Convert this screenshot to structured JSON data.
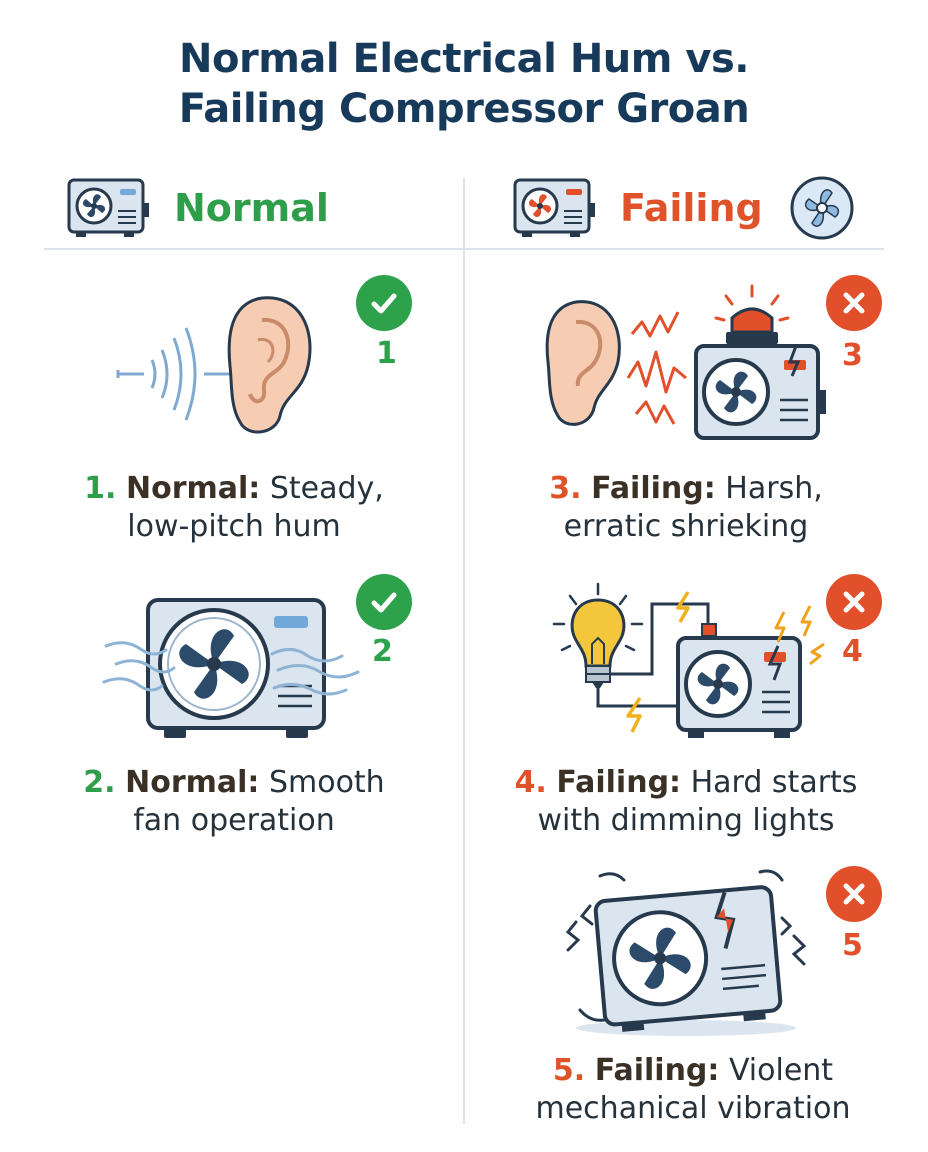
{
  "title": {
    "line1": "Normal Electrical Hum vs.",
    "line2": "Failing Compressor Groan"
  },
  "columns": {
    "normal": {
      "label": "Normal",
      "color": "#2e9e4a"
    },
    "failing": {
      "label": "Failing",
      "color": "#e0532a"
    }
  },
  "items": [
    {
      "number": "1",
      "prefix": "1.",
      "keyword": "Normal:",
      "line1_rest": " Steady,",
      "line2": "low-pitch hum",
      "status": "ok",
      "icon": "ear-sound-waves-icon"
    },
    {
      "number": "2",
      "prefix": "2.",
      "keyword": "Normal:",
      "line1_rest": " Smooth",
      "line2": "fan operation",
      "status": "ok",
      "icon": "ac-unit-airflow-icon"
    },
    {
      "number": "3",
      "prefix": "3.",
      "keyword": "Failing:",
      "line1_rest": " Harsh,",
      "line2": "erratic shrieking",
      "status": "bad",
      "icon": "ear-shriek-alarm-icon"
    },
    {
      "number": "4",
      "prefix": "4.",
      "keyword": "Failing:",
      "line1_rest": " Hard starts",
      "line2": "with dimming lights",
      "status": "bad",
      "icon": "bulb-hard-start-icon"
    },
    {
      "number": "5",
      "prefix": "5.",
      "keyword": "Failing:",
      "line1_rest": " Violent",
      "line2": "mechanical vibration",
      "status": "bad",
      "icon": "vibrating-cracked-unit-icon"
    }
  ],
  "colors": {
    "green": "#2ea24b",
    "red": "#e2502b",
    "navy": "#173a5a",
    "unit": "#dbe5ef",
    "unit_stroke": "#26394d",
    "fan": "#2c4a6a"
  }
}
